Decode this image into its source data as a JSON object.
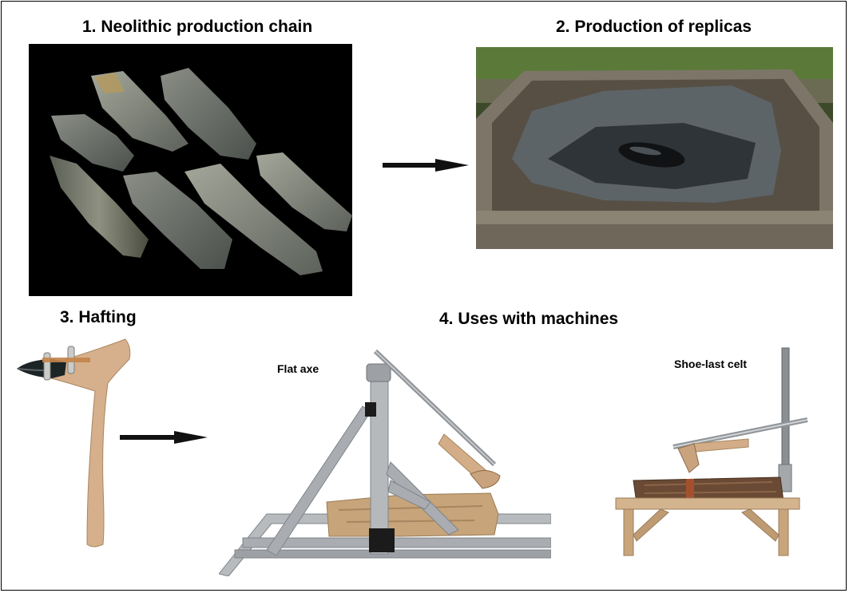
{
  "sections": {
    "neolithic": {
      "title": "1. Neolithic production chain"
    },
    "replicas": {
      "title": "2. Production of replicas"
    },
    "hafting": {
      "title": "3. Hafting"
    },
    "machines": {
      "title": "4. Uses with machines",
      "flat_axe_label": "Flat axe",
      "shoe_last_label": "Shoe-last celt"
    }
  },
  "colors": {
    "photo_background": "#000000",
    "stone": "#6e7470",
    "wood": "#c9a27e",
    "aluminium": "#a9adb1",
    "arrow": "#111111"
  },
  "icons": [
    "flow-arrow-icon",
    "flow-arrow-icon"
  ]
}
